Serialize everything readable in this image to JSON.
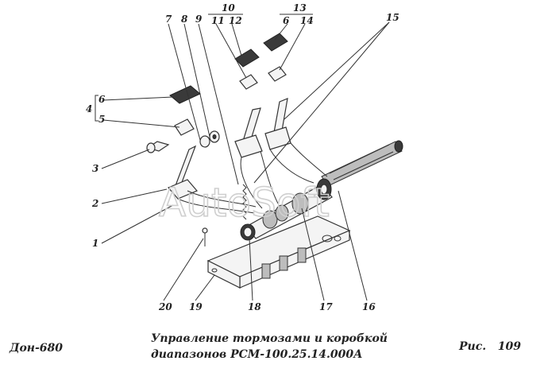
{
  "watermark": "AutoSoft",
  "caption": {
    "model": "Дон-680",
    "title_line1": "Управление тормозами и коробкой",
    "title_line2": "диапазонов РСМ-100.25.14.000А",
    "figure": "Рис.   109"
  },
  "labels": {
    "n1": "1",
    "n2": "2",
    "n3": "3",
    "n4": "4",
    "n5": "5",
    "n6a": "6",
    "n6b": "6",
    "n7": "7",
    "n8": "8",
    "n9": "9",
    "n10": "10",
    "n11": "11",
    "n12": "12",
    "n13": "13",
    "n14": "14",
    "n15": "15",
    "n16": "16",
    "n17": "17",
    "n18": "18",
    "n19": "19",
    "n20": "20"
  }
}
